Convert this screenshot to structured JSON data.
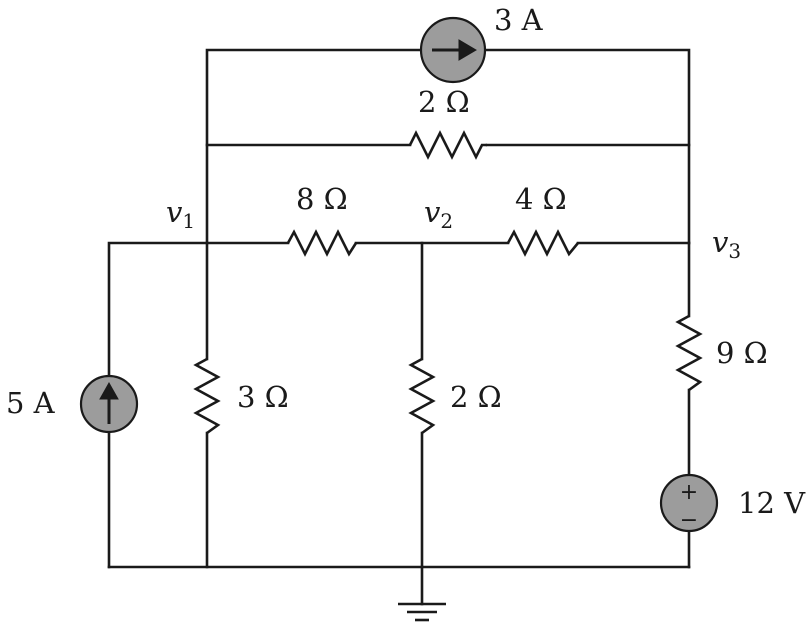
{
  "diagram": {
    "labels": {
      "current_source_top": "3 A",
      "resistor_top": "2 Ω",
      "resistor_v1_v2": "8 Ω",
      "resistor_v2_v3": "4 Ω",
      "current_source_left": "5 A",
      "resistor_v1_ground": "3 Ω",
      "resistor_v2_ground": "2 Ω",
      "resistor_v3_series": "9 Ω",
      "voltage_source": "12 V"
    },
    "nodes": {
      "v1": {
        "letter": "v",
        "index": "1"
      },
      "v2": {
        "letter": "v",
        "index": "2"
      },
      "v3": {
        "letter": "v",
        "index": "3"
      }
    },
    "voltage_source_signs": {
      "plus": "+",
      "minus": "−"
    },
    "colors": {
      "wire": "#1a1a1a",
      "source_fill": "#9c9c9c"
    },
    "icons": {
      "current_source": "circle-with-arrow",
      "voltage_source": "circle-with-plus-minus",
      "ground": "ground-symbol"
    }
  }
}
